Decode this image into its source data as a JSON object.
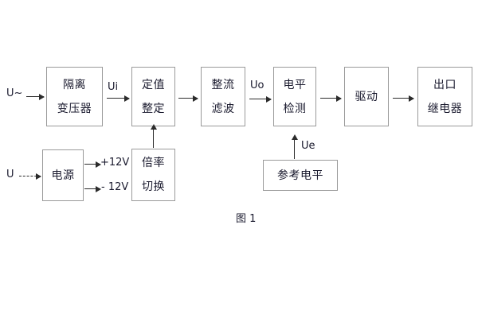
{
  "figure": {
    "caption": "图 1",
    "stroke_color": "#9a9a9a",
    "line_color": "#2b2b2b",
    "text_color": "#1a1a2e",
    "background": "#ffffff"
  },
  "blocks": [
    {
      "id": "isolation-transformer",
      "lines": [
        "隔离",
        "变压器"
      ]
    },
    {
      "id": "setting-value",
      "lines": [
        "定值",
        "整定"
      ]
    },
    {
      "id": "rectifier-filter",
      "lines": [
        "整流",
        "滤波"
      ]
    },
    {
      "id": "level-detection",
      "lines": [
        "电平",
        "检测"
      ]
    },
    {
      "id": "drive",
      "lines": [
        "驱动"
      ]
    },
    {
      "id": "output-relay",
      "lines": [
        "出口",
        "继电器"
      ]
    },
    {
      "id": "power-supply",
      "lines": [
        "电源"
      ]
    },
    {
      "id": "multiplier-switch",
      "lines": [
        "倍率",
        "切换"
      ]
    },
    {
      "id": "reference-level",
      "lines": [
        "参考电平"
      ]
    }
  ],
  "labels": {
    "input_ac": "U~",
    "input_power": "U",
    "ui": "Ui",
    "uo": "Uo",
    "ue": "Ue",
    "rail_positive": "+12V",
    "rail_negative": "- 12V"
  }
}
